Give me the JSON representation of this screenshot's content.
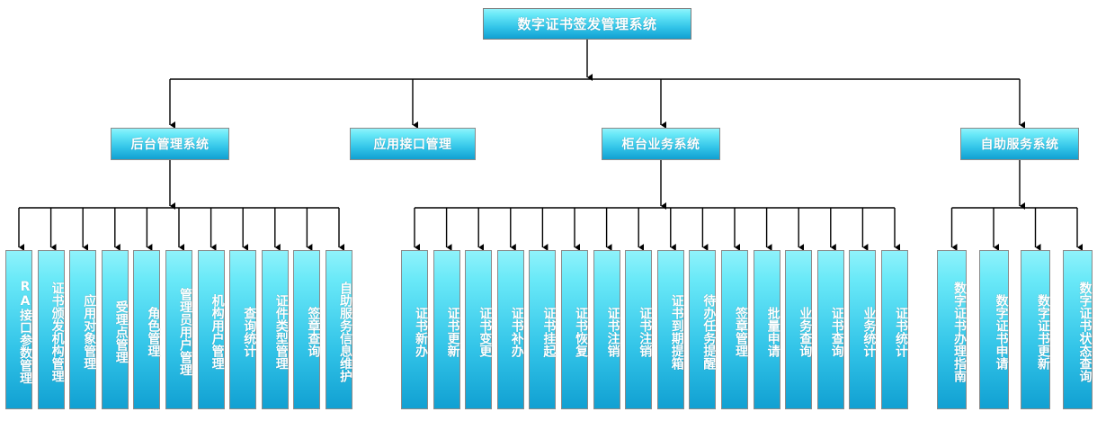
{
  "diagram": {
    "type": "org-tree",
    "title": "数字证书签发管理系统",
    "colors": {
      "box_top": "#8ff2fb",
      "box_bottom": "#11a0d2",
      "border": "#8a8a8a",
      "text": "#ffffff",
      "connector": "#000000",
      "background": "#ffffff"
    },
    "root": {
      "label": "数字证书签发管理系统"
    },
    "branches": [
      {
        "label": "后台管理系统",
        "children": [
          {
            "label": "RA接口参数管理"
          },
          {
            "label": "证书颁发机构管理"
          },
          {
            "label": "应用对象管理"
          },
          {
            "label": "受理点管理"
          },
          {
            "label": "角色管理"
          },
          {
            "label": "管理员用户管理"
          },
          {
            "label": "机构用户管理"
          },
          {
            "label": "查询统计"
          },
          {
            "label": "证件类型管理"
          },
          {
            "label": "签章查询"
          },
          {
            "label": "自助服务信息维护"
          }
        ]
      },
      {
        "label": "应用接口管理",
        "children": []
      },
      {
        "label": "柜台业务系统",
        "children": [
          {
            "label": "证书新办"
          },
          {
            "label": "证书更新"
          },
          {
            "label": "证书变更"
          },
          {
            "label": "证书补办"
          },
          {
            "label": "证书挂起"
          },
          {
            "label": "证书恢复"
          },
          {
            "label": "证书注销"
          },
          {
            "label": "证书注销"
          },
          {
            "label": "证书到期提箱"
          },
          {
            "label": "待办任务提醒"
          },
          {
            "label": "签章管理"
          },
          {
            "label": "批量申请"
          },
          {
            "label": "业务查询"
          },
          {
            "label": "证书查询"
          },
          {
            "label": "业务统计"
          },
          {
            "label": "证书统计"
          }
        ]
      },
      {
        "label": "自助服务系统",
        "children": [
          {
            "label": "数字证书办理指南"
          },
          {
            "label": "数字证书申请"
          },
          {
            "label": "数字证书更新"
          },
          {
            "label": "数字证书状态查询"
          }
        ]
      }
    ]
  }
}
